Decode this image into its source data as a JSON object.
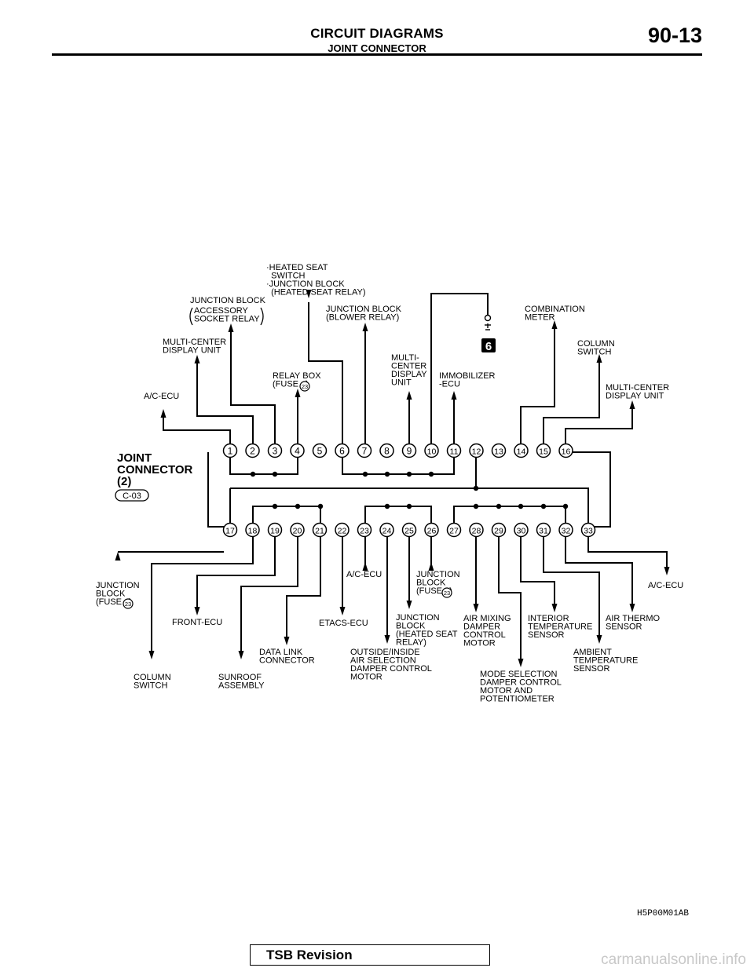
{
  "header": {
    "title": "CIRCUIT DIAGRAMS",
    "subtitle": "JOINT CONNECTOR",
    "page_number": "90-13"
  },
  "connector": {
    "name": "JOINT\nCONNECTOR\n(2)",
    "code": "C-03"
  },
  "ground_badge": "6",
  "labels": {
    "hs": "·HEATED SEAT\n  SWITCH\n·JUNCTION BLOCK\n  (HEATED SEAT RELAY)",
    "jbacc_a": "JUNCTION BLOCK",
    "jbacc_b": "ACCESSORY\nSOCKET RELAY",
    "jbblower": "JUNCTION BLOCK\n(BLOWER RELAY)",
    "comb": "COMBINATION\nMETER",
    "mcdu_l": "MULTI-CENTER\nDISPLAY UNIT",
    "colsw_r": "COLUMN\nSWITCH",
    "relaybox": "RELAY BOX\n(FUSE   )",
    "mcdu_m": "MULTI-\nCENTER\nDISPLAY\nUNIT",
    "immo": "IMMOBILIZER\n-ECU",
    "acecu_tl": "A/C-ECU",
    "mcdu_r": "MULTI-CENTER\nDISPLAY UNIT",
    "jb_fuse_l": "JUNCTION\nBLOCK\n(FUSE   )",
    "colsw_b": "COLUMN\nSWITCH",
    "frontecu": "FRONT-ECU",
    "sunroof": "SUNROOF\nASSEMBLY",
    "datalink": "DATA LINK\nCONNECTOR",
    "etacs": "ETACS-ECU",
    "acecu_m": "A/C-ECU",
    "outside": "OUTSIDE/INSIDE\nAIR SELECTION\nDAMPER CONTROL\nMOTOR",
    "jb_hsr": "JUNCTION\nBLOCK\n(HEATED SEAT\nRELAY)",
    "jb_fuse_m": "JUNCTION\nBLOCK\n(FUSE   )",
    "airmix": "AIR MIXING\nDAMPER\nCONTROL\nMOTOR",
    "mode": "MODE SELECTION\nDAMPER CONTROL\nMOTOR AND\nPOTENTIOMETER",
    "interior": "INTERIOR\nTEMPERATURE\nSENSOR",
    "ambient": "AMBIENT\nTEMPERATURE\nSENSOR",
    "thermo": "AIR THERMO\nSENSOR",
    "acecu_r": "A/C-ECU"
  },
  "fuse_number": "23",
  "top_pins": [
    "1",
    "2",
    "3",
    "4",
    "5",
    "6",
    "7",
    "8",
    "9",
    "10",
    "11",
    "12",
    "13",
    "14",
    "15",
    "16"
  ],
  "bottom_pins": [
    "17",
    "18",
    "19",
    "20",
    "21",
    "22",
    "23",
    "24",
    "25",
    "26",
    "27",
    "28",
    "29",
    "30",
    "31",
    "32",
    "33"
  ],
  "figure_code": "H5P00M01AB",
  "footer": {
    "tsb": "TSB Revision",
    "watermark": "carmanualsonline.info"
  }
}
